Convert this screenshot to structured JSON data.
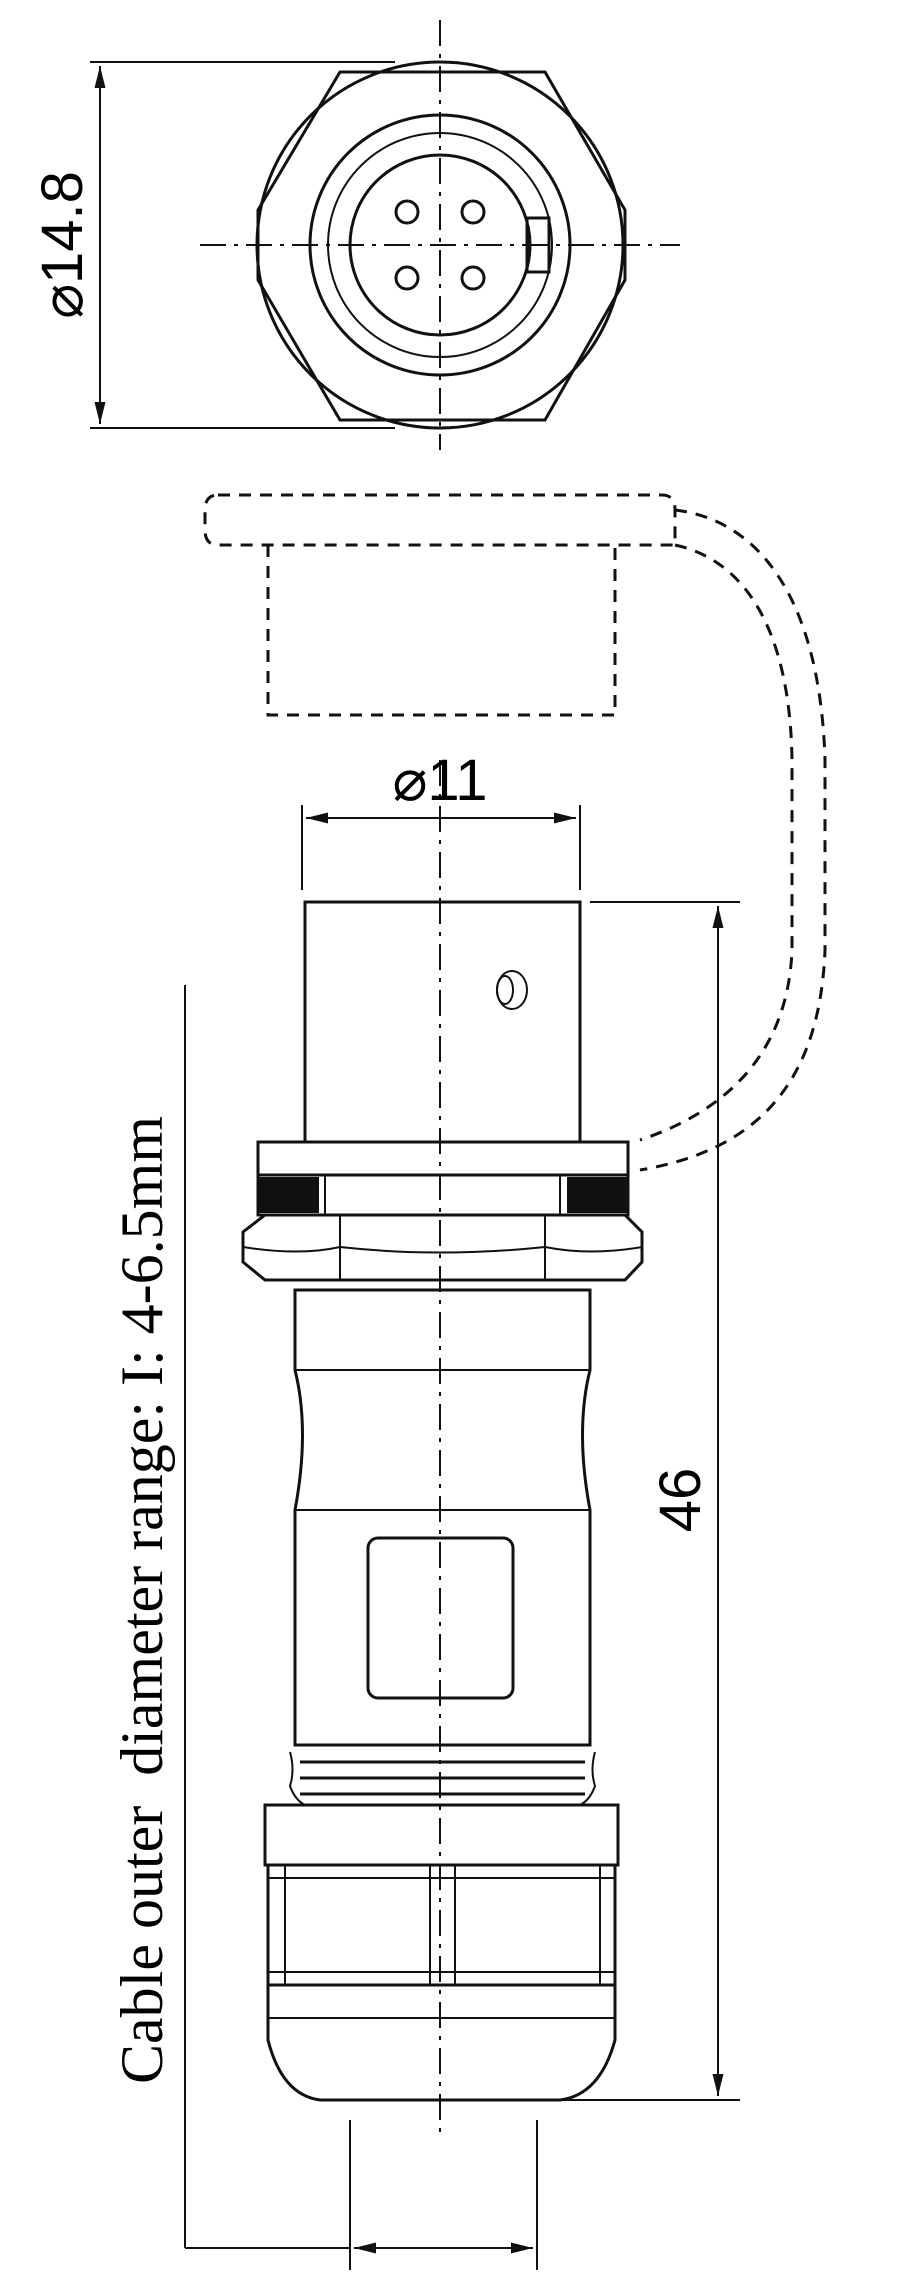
{
  "dimensions": {
    "head_diameter": "14.8",
    "body_diameter": "11",
    "length": "46"
  },
  "diameter_symbol": "⌀",
  "note": "Cable outer  diameter range: I: 4-6.5mm"
}
